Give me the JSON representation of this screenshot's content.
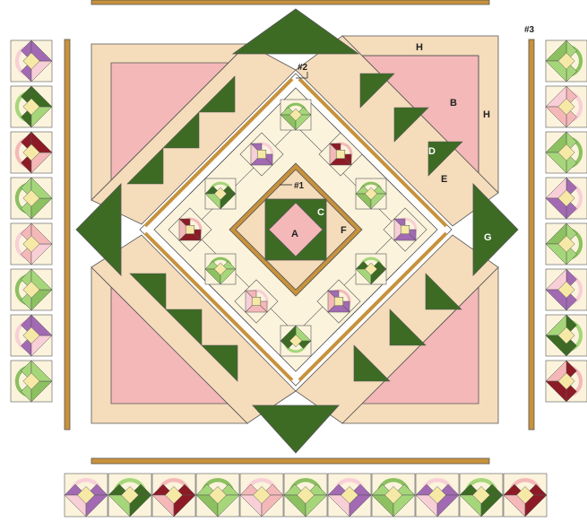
{
  "colors": {
    "cream": "#fbf3dc",
    "tan": "#f5dcbb",
    "pink": "#f4b8b8",
    "pink_light": "#f8cfd7",
    "dark_green": "#3d6b24",
    "light_green": "#a6d67a",
    "mid_green": "#8cc060",
    "purple": "#a26ab3",
    "dark_red": "#8c1b26",
    "gold": "#c8923c",
    "yellow": "#f6e9a6",
    "outline": "#555555"
  },
  "piece_labels": [
    "A",
    "B",
    "C",
    "D",
    "E",
    "F",
    "G",
    "H",
    "H"
  ],
  "border_labels": [
    "#1",
    "#2",
    "#3"
  ],
  "icons": {
    "basket_block": "basket-block-icon",
    "setting_triangle": "setting-triangle-icon"
  }
}
